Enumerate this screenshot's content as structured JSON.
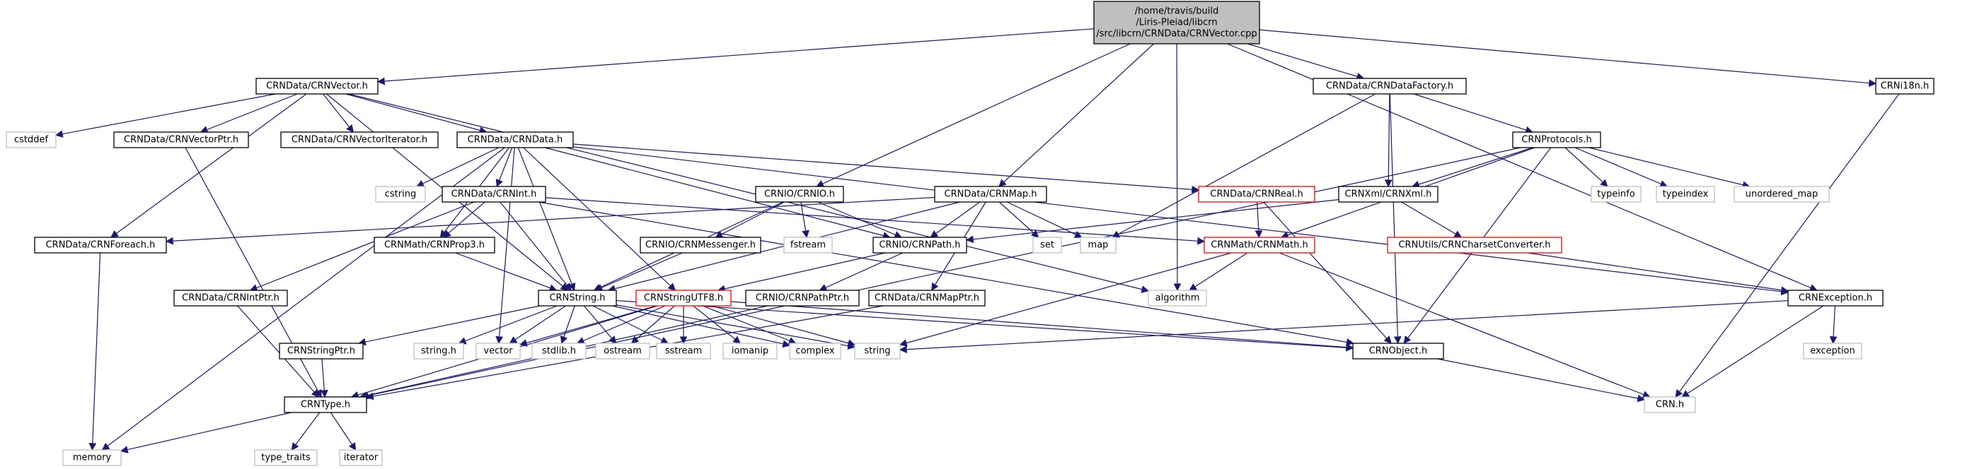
{
  "graph": {
    "nodes": [
      {
        "id": "root",
        "label": "/home/travis/build\n/Liris-Pleiad/libcrn\n/src/libcrn/CRNData/CRNVector.cpp",
        "kind": "root"
      },
      {
        "id": "vector_h",
        "label": "CRNData/CRNVector.h",
        "kind": "normal"
      },
      {
        "id": "datafactory_h",
        "label": "CRNData/CRNDataFactory.h",
        "kind": "normal"
      },
      {
        "id": "i18n_h",
        "label": "CRNi18n.h",
        "kind": "normal"
      },
      {
        "id": "cstddef",
        "label": "cstddef",
        "kind": "external"
      },
      {
        "id": "vectorptr_h",
        "label": "CRNData/CRNVectorPtr.h",
        "kind": "normal"
      },
      {
        "id": "vectoriterator_h",
        "label": "CRNData/CRNVectorIterator.h",
        "kind": "normal"
      },
      {
        "id": "data_h",
        "label": "CRNData/CRNData.h",
        "kind": "normal"
      },
      {
        "id": "protocols_h",
        "label": "CRNProtocols.h",
        "kind": "normal"
      },
      {
        "id": "cstring",
        "label": "cstring",
        "kind": "external"
      },
      {
        "id": "int_h",
        "label": "CRNData/CRNInt.h",
        "kind": "normal"
      },
      {
        "id": "crnio_h",
        "label": "CRNIO/CRNIO.h",
        "kind": "normal"
      },
      {
        "id": "map_h",
        "label": "CRNData/CRNMap.h",
        "kind": "normal"
      },
      {
        "id": "real_h",
        "label": "CRNData/CRNReal.h",
        "kind": "incomplete"
      },
      {
        "id": "xml_h",
        "label": "CRNXml/CRNXml.h",
        "kind": "normal"
      },
      {
        "id": "typeinfo",
        "label": "typeinfo",
        "kind": "external"
      },
      {
        "id": "typeindex",
        "label": "typeindex",
        "kind": "external"
      },
      {
        "id": "unordered_map",
        "label": "unordered_map",
        "kind": "external"
      },
      {
        "id": "foreach_h",
        "label": "CRNData/CRNForeach.h",
        "kind": "normal"
      },
      {
        "id": "prop3_h",
        "label": "CRNMath/CRNProp3.h",
        "kind": "normal"
      },
      {
        "id": "fstream",
        "label": "fstream",
        "kind": "external"
      },
      {
        "id": "messenger_h",
        "label": "CRNIO/CRNMessenger.h",
        "kind": "normal"
      },
      {
        "id": "path_h",
        "label": "CRNIO/CRNPath.h",
        "kind": "normal"
      },
      {
        "id": "set",
        "label": "set",
        "kind": "external"
      },
      {
        "id": "map",
        "label": "map",
        "kind": "external"
      },
      {
        "id": "math_h",
        "label": "CRNMath/CRNMath.h",
        "kind": "incomplete"
      },
      {
        "id": "charset_h",
        "label": "CRNUtils/CRNCharsetConverter.h",
        "kind": "incomplete"
      },
      {
        "id": "intptr_h",
        "label": "CRNData/CRNIntPtr.h",
        "kind": "normal"
      },
      {
        "id": "string_h",
        "label": "CRNString.h",
        "kind": "normal"
      },
      {
        "id": "stringutf8_h",
        "label": "CRNStringUTF8.h",
        "kind": "incomplete"
      },
      {
        "id": "pathptr_h",
        "label": "CRNIO/CRNPathPtr.h",
        "kind": "normal"
      },
      {
        "id": "mapptr_h",
        "label": "CRNData/CRNMapPtr.h",
        "kind": "normal"
      },
      {
        "id": "algorithm",
        "label": "algorithm",
        "kind": "external"
      },
      {
        "id": "exception_h",
        "label": "CRNException.h",
        "kind": "normal"
      },
      {
        "id": "stringptr_h",
        "label": "CRNStringPtr.h",
        "kind": "normal"
      },
      {
        "id": "stringdoth",
        "label": "string.h",
        "kind": "external"
      },
      {
        "id": "vector",
        "label": "vector",
        "kind": "external"
      },
      {
        "id": "stdlib",
        "label": "stdlib.h",
        "kind": "external"
      },
      {
        "id": "ostream",
        "label": "ostream",
        "kind": "external"
      },
      {
        "id": "sstream",
        "label": "sstream",
        "kind": "external"
      },
      {
        "id": "iomanip",
        "label": "iomanip",
        "kind": "external"
      },
      {
        "id": "complex",
        "label": "complex",
        "kind": "external"
      },
      {
        "id": "string",
        "label": "string",
        "kind": "external"
      },
      {
        "id": "object_h",
        "label": "CRNObject.h",
        "kind": "normal"
      },
      {
        "id": "exception",
        "label": "exception",
        "kind": "external"
      },
      {
        "id": "type_h",
        "label": "CRNType.h",
        "kind": "normal"
      },
      {
        "id": "crn_h",
        "label": "CRN.h",
        "kind": "external"
      },
      {
        "id": "memory",
        "label": "memory",
        "kind": "external"
      },
      {
        "id": "type_traits",
        "label": "type_traits",
        "kind": "external"
      },
      {
        "id": "iterator",
        "label": "iterator",
        "kind": "external"
      }
    ],
    "edges": [
      [
        "root",
        "vector_h"
      ],
      [
        "root",
        "datafactory_h"
      ],
      [
        "root",
        "i18n_h"
      ],
      [
        "root",
        "crnio_h"
      ],
      [
        "root",
        "map_h"
      ],
      [
        "root",
        "algorithm"
      ],
      [
        "root",
        "exception_h"
      ],
      [
        "vector_h",
        "cstddef"
      ],
      [
        "vector_h",
        "vectorptr_h"
      ],
      [
        "vector_h",
        "vectoriterator_h"
      ],
      [
        "vector_h",
        "data_h"
      ],
      [
        "vector_h",
        "foreach_h"
      ],
      [
        "vector_h",
        "string_h"
      ],
      [
        "vector_h",
        "algorithm"
      ],
      [
        "vectorptr_h",
        "type_h"
      ],
      [
        "data_h",
        "cstring"
      ],
      [
        "data_h",
        "int_h"
      ],
      [
        "data_h",
        "real_h"
      ],
      [
        "data_h",
        "prop3_h"
      ],
      [
        "data_h",
        "string_h"
      ],
      [
        "data_h",
        "stringutf8_h"
      ],
      [
        "data_h",
        "path_h"
      ],
      [
        "data_h",
        "vector"
      ],
      [
        "data_h",
        "memory"
      ],
      [
        "data_h",
        "exception_h"
      ],
      [
        "int_h",
        "intptr_h"
      ],
      [
        "int_h",
        "prop3_h"
      ],
      [
        "int_h",
        "string_h"
      ],
      [
        "int_h",
        "math_h"
      ],
      [
        "int_h",
        "object_h"
      ],
      [
        "datafactory_h",
        "protocols_h"
      ],
      [
        "datafactory_h",
        "xml_h"
      ],
      [
        "datafactory_h",
        "map"
      ],
      [
        "datafactory_h",
        "object_h"
      ],
      [
        "protocols_h",
        "xml_h"
      ],
      [
        "protocols_h",
        "typeinfo"
      ],
      [
        "protocols_h",
        "typeindex"
      ],
      [
        "protocols_h",
        "unordered_map"
      ],
      [
        "protocols_h",
        "math_h"
      ],
      [
        "protocols_h",
        "object_h"
      ],
      [
        "protocols_h",
        "type_h"
      ],
      [
        "crnio_h",
        "messenger_h"
      ],
      [
        "crnio_h",
        "fstream"
      ],
      [
        "crnio_h",
        "path_h"
      ],
      [
        "crnio_h",
        "string_h"
      ],
      [
        "map_h",
        "path_h"
      ],
      [
        "map_h",
        "set"
      ],
      [
        "map_h",
        "map"
      ],
      [
        "map_h",
        "mapptr_h"
      ],
      [
        "map_h",
        "string_h"
      ],
      [
        "map_h",
        "foreach_h"
      ],
      [
        "real_h",
        "math_h"
      ],
      [
        "real_h",
        "object_h"
      ],
      [
        "xml_h",
        "charset_h"
      ],
      [
        "xml_h",
        "path_h"
      ],
      [
        "charset_h",
        "exception_h"
      ],
      [
        "math_h",
        "algorithm"
      ],
      [
        "math_h",
        "string"
      ],
      [
        "math_h",
        "crn_h"
      ],
      [
        "foreach_h",
        "memory"
      ],
      [
        "prop3_h",
        "string_h"
      ],
      [
        "messenger_h",
        "string_h"
      ],
      [
        "path_h",
        "pathptr_h"
      ],
      [
        "path_h",
        "stringutf8_h"
      ],
      [
        "pathptr_h",
        "type_h"
      ],
      [
        "mapptr_h",
        "type_h"
      ],
      [
        "intptr_h",
        "type_h"
      ],
      [
        "string_h",
        "stringptr_h"
      ],
      [
        "string_h",
        "stringdoth"
      ],
      [
        "string_h",
        "vector"
      ],
      [
        "string_h",
        "stdlib"
      ],
      [
        "string_h",
        "ostream"
      ],
      [
        "string_h",
        "sstream"
      ],
      [
        "string_h",
        "complex"
      ],
      [
        "string_h",
        "string"
      ],
      [
        "string_h",
        "object_h"
      ],
      [
        "stringutf8_h",
        "vector"
      ],
      [
        "stringutf8_h",
        "stdlib"
      ],
      [
        "stringutf8_h",
        "ostream"
      ],
      [
        "stringutf8_h",
        "sstream"
      ],
      [
        "stringutf8_h",
        "iomanip"
      ],
      [
        "stringutf8_h",
        "complex"
      ],
      [
        "stringutf8_h",
        "string"
      ],
      [
        "stringutf8_h",
        "object_h"
      ],
      [
        "stringutf8_h",
        "type_h"
      ],
      [
        "stringptr_h",
        "type_h"
      ],
      [
        "exception_h",
        "exception"
      ],
      [
        "exception_h",
        "crn_h"
      ],
      [
        "exception_h",
        "string"
      ],
      [
        "i18n_h",
        "crn_h"
      ],
      [
        "object_h",
        "crn_h"
      ],
      [
        "type_h",
        "memory"
      ],
      [
        "type_h",
        "type_traits"
      ],
      [
        "type_h",
        "iterator"
      ]
    ]
  }
}
